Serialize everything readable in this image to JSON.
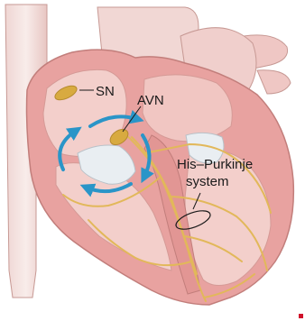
{
  "labels": {
    "sn": "SN",
    "avn": "AVN",
    "his_purkinje_line1": "His–Purkinje",
    "his_purkinje_line2": "system"
  },
  "colors": {
    "outer_tissue": "#e8a2a0",
    "inner_cavity": "#f3cfcb",
    "vessel": "#f4e4e2",
    "conduction_path": "#e2b85a",
    "node": "#d8aa40",
    "reentry_arrows": "#2a95c8",
    "valve": "#e9eef2",
    "corner_mark": "#d0112b"
  },
  "icons": [
    "reentry-circuit-arrows",
    "corner-marker"
  ]
}
